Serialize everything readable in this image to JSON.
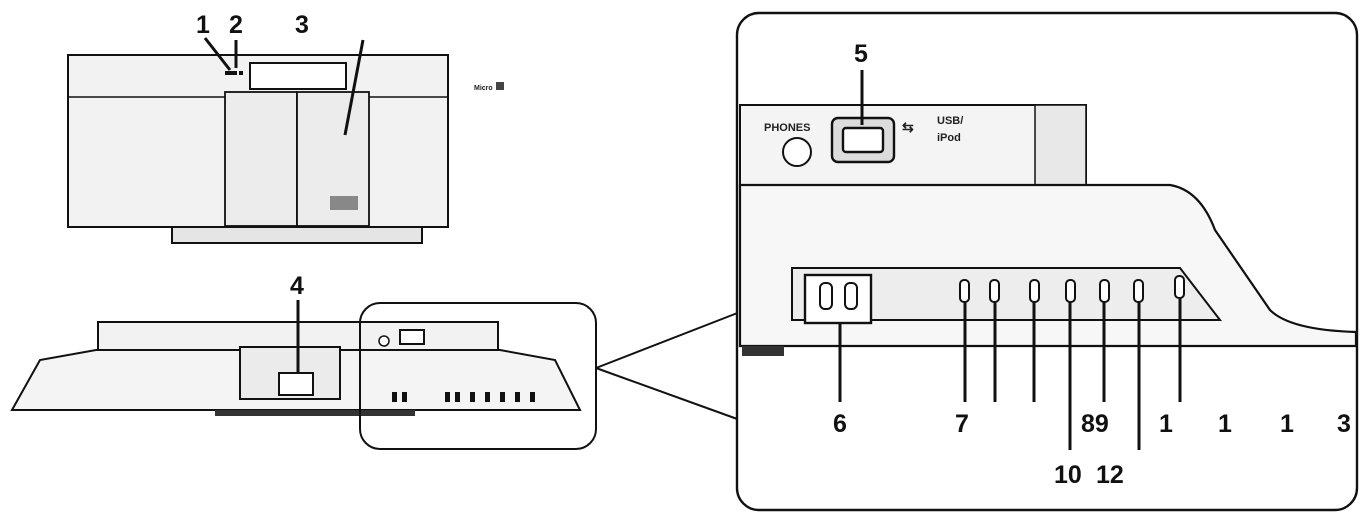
{
  "callouts": {
    "c1_front": "1",
    "c2_front": "2",
    "c3_front": "3",
    "c4_top": "4",
    "c5": "5",
    "c6": "6",
    "c7": "7",
    "c89": "89",
    "c11a": "1",
    "c11b": "1",
    "c11c": "1",
    "c3_right": "3",
    "c10": "10",
    "c12": "12"
  },
  "panel_text": {
    "phones": "PHONES",
    "usb": "USB/",
    "ipod": "iPod"
  },
  "front_brand": "Micro",
  "colors": {
    "line": "#111111",
    "panel": "#f2f2f2",
    "shade": "#d6d6d6"
  }
}
